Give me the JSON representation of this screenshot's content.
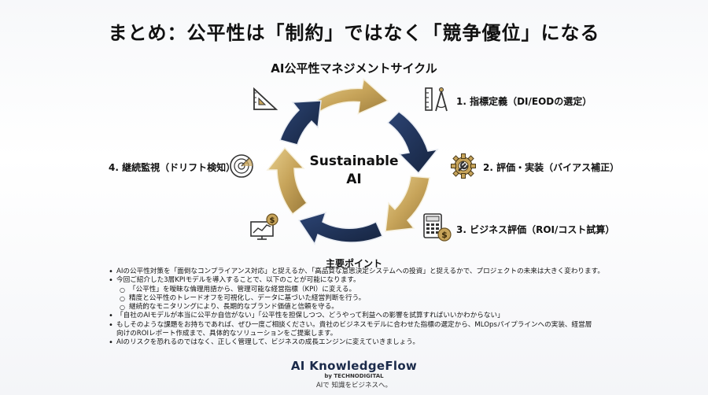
{
  "title": "まとめ：公平性は「制約」ではなく「競争優位」になる",
  "cycle": {
    "title": "AI公平性マネジメントサイクル",
    "center_line1": "Sustainable",
    "center_line2": "AI",
    "steps": [
      {
        "label": "1. 指標定義（DI/EODの選定）",
        "icon": "ruler-compass-icon"
      },
      {
        "label": "2. 評価・実装（バイアス補正）",
        "icon": "gear-wrench-icon"
      },
      {
        "label": "3. ビジネス評価（ROI/コスト試算）",
        "icon": "calculator-coin-icon"
      },
      {
        "label": "4. 継続監視（ドリフト検知）",
        "icon": "radar-icon"
      }
    ],
    "colors": {
      "navy": "#1f3157",
      "gold": "#c7a45a"
    }
  },
  "points": {
    "title": "主要ポイント",
    "bullets": [
      "AIの公平性対策を「面倒なコンプライアンス対応」と捉えるか、「高品質な意思決定システムへの投資」と捉えるかで、プロジェクトの未来は大きく変わります。",
      "今回ご紹介した3層KPIモデルを導入することで、以下のことが可能になります。"
    ],
    "sub_bullets": [
      "「公平性」を曖昧な倫理用語から、管理可能な経営指標（KPI）に変える。",
      "精度と公平性のトレードオフを可視化し、データに基づいた経営判断を行う。",
      "継続的なモニタリングにより、長期的なブランド価値と信頼を守る。"
    ],
    "bullets_after": [
      "「自社のAIモデルが本当に公平か自信がない」「公平性を担保しつつ、どうやって利益への影響を試算すればいいかわからない」",
      "もしそのような課題をお持ちであれば、ぜひ一度ご相談ください。貴社のビジネスモデルに合わせた指標の選定から、MLOpsパイプラインへの実装、経営層",
      "AIのリスクを恐れるのではなく、正しく管理して、ビジネスの成長エンジンに変えていきましょう。"
    ],
    "bullet_continuation": "向けのROIレポート作成まで、具体的なソリューションをご提案します。"
  },
  "brand": {
    "name": "AI KnowledgeFlow",
    "by": "by TECHNODIGITAL",
    "tagline": "AIで 知識をビジネスへ。"
  }
}
